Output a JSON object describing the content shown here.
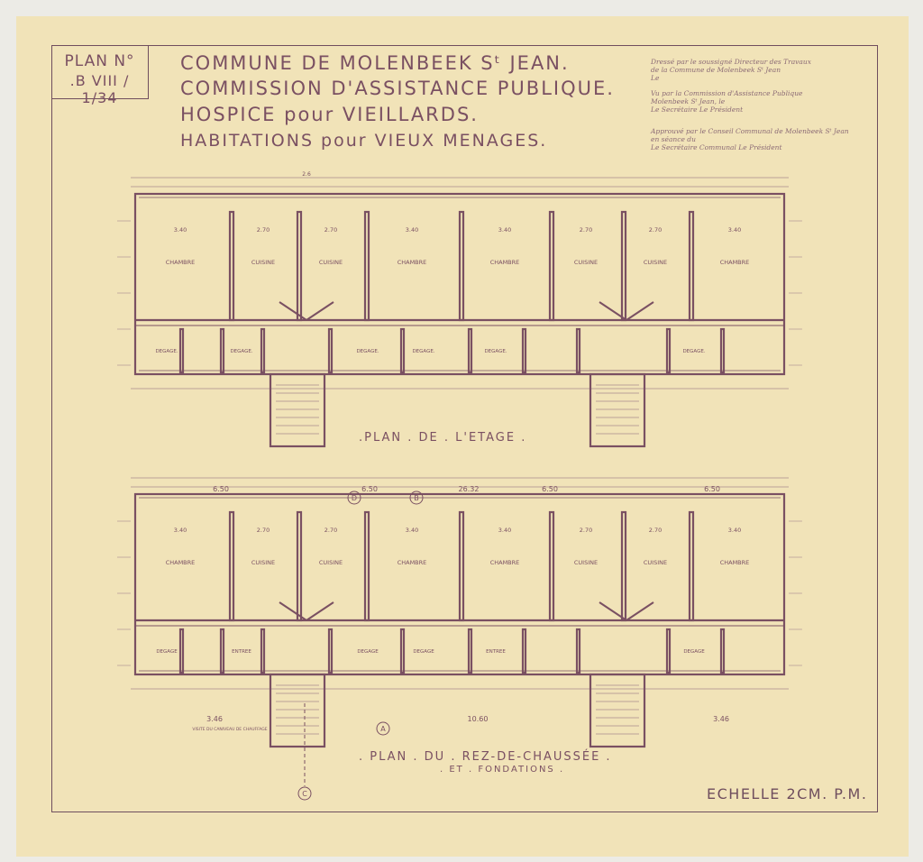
{
  "plan_number": {
    "line1": "PLAN N°",
    "line2": ".B VIII / 1/34"
  },
  "title": {
    "line1": "COMMUNE DE MOLENBEEK Sᵗ JEAN.",
    "line2": "COMMISSION D'ASSISTANCE PUBLIQUE.",
    "line3": "HOSPICE pour VIEILLARDS.",
    "line4": "HABITATIONS pour VIEUX MENAGES."
  },
  "approvals": [
    {
      "line1": "Dressé par le soussigné Directeur des Travaux",
      "line2": "de la Commune de Molenbeek Sᵗ Jean",
      "line3": "Le"
    },
    {
      "line1": "Vu par la Commission d'Assistance Publique",
      "line2": "Molenbeek Sᵗ Jean, le",
      "line3": "Le Secrétaire                    Le Président"
    },
    {
      "line1": "Approuvé par le Conseil Communal de Molenbeek Sᵗ Jean",
      "line2": "en séance du",
      "line3": "Le Secrétaire Communal             Le Président"
    }
  ],
  "upper_plan": {
    "caption": ".PLAN . DE . L'ETAGE .",
    "rooms": [
      "CHAMBRE",
      "CUISINE",
      "CUISINE",
      "CHAMBRE",
      "CHAMBRE",
      "CUISINE",
      "CUISINE",
      "CHAMBRE"
    ],
    "lower_rooms": [
      "DEGAGE.",
      "DEGAGE.",
      "DEGAGE.",
      "DEGAGE.",
      "DEGAGE.",
      "DEGAGE."
    ],
    "dims": [
      "3.40",
      "2.70",
      "2.70",
      "3.40",
      "3.40",
      "2.70",
      "2.70",
      "3.40"
    ],
    "overall": "2.6"
  },
  "lower_plan": {
    "caption_line1": ". PLAN . DU . REZ-DE-CHAUSSÉE .",
    "caption_line2": ". ET . FONDATIONS .",
    "rooms": [
      "CHAMBRE",
      "CUISINE",
      "CUISINE",
      "CHAMBRE",
      "CHAMBRE",
      "CUISINE",
      "CUISINE",
      "CHAMBRE"
    ],
    "lower_rooms": [
      "DEGAGE",
      "ENTREE",
      "DEGAGE",
      "DEGAGE",
      "ENTREE",
      "DEGAGE"
    ],
    "dims": [
      "3.40",
      "2.70",
      "2.70",
      "3.40",
      "3.40",
      "2.70",
      "2.70",
      "3.40"
    ],
    "top_dims": [
      "6.50",
      "6.50",
      "26.32",
      "6.50",
      "6.50"
    ],
    "bottom_dims": [
      "3.46",
      "10.60",
      "3.46"
    ],
    "markers": [
      "D",
      "B",
      "A",
      "C"
    ],
    "note": "VISITE DU CANIVEAU DE CHAUFFAGE"
  },
  "scale_text": "ECHELLE 2CM. P.M."
}
